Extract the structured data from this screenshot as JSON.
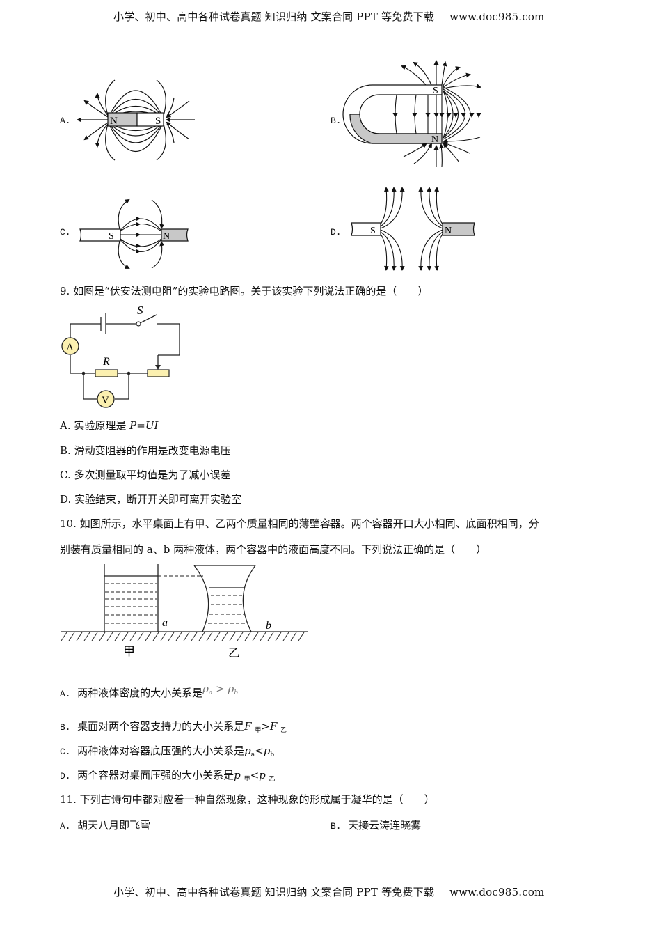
{
  "header": {
    "slogan": "小学、初中、高中各种试卷真题 知识归纳 文案合同 PPT 等免费下载",
    "url": "www.doc985.com"
  },
  "footer": {
    "slogan": "小学、初中、高中各种试卷真题 知识归纳 文案合同 PPT 等免费下载",
    "url": "www.doc985.com"
  },
  "q8_figures": {
    "options": [
      {
        "label": "A.",
        "left_pole": "N",
        "right_pole": "S",
        "type": "bar-magnet"
      },
      {
        "label": "B.",
        "top_pole": "S",
        "bottom_pole": "N",
        "type": "horseshoe-magnet"
      },
      {
        "label": "C.",
        "left_pole": "S",
        "right_pole": "N",
        "type": "opposite-poles"
      },
      {
        "label": "D.",
        "left_pole": "S",
        "right_pole": "N",
        "type": "like-poles"
      }
    ]
  },
  "q9": {
    "stem": "9. 如图是“伏安法测电阻”的实验电路图。关于该实验下列说法正确的是（　　）",
    "circuit": {
      "switch_label": "S",
      "resistor_label": "R",
      "ammeter_label": "A",
      "voltmeter_label": "V"
    },
    "options": [
      {
        "label": "A.",
        "text": "实验原理是 ",
        "formula": "P=UI"
      },
      {
        "label": "B.",
        "text": "滑动变阻器的作用是改变电源电压"
      },
      {
        "label": "C.",
        "text": "多次测量取平均值是为了减小误差"
      },
      {
        "label": "D.",
        "text": "实验结束，断开开关即可离开实验室"
      }
    ]
  },
  "q10": {
    "stem_line1": "10. 如图所示，水平桌面上有甲、乙两个质量相同的薄壁容器。两个容器开口大小相同、底面积相同，分",
    "stem_line2": "别装有质量相同的 a、b 两种液体，两个容器中的液面高度不同。下列说法正确的是（　　）",
    "figure": {
      "liquid_a": "a",
      "liquid_b": "b",
      "container_jia": "甲",
      "container_yi": "乙"
    },
    "options": [
      {
        "label": "A.",
        "text": "两种液体密度的大小关系是",
        "f1": "ρ",
        "s1": "a",
        "op": " > ",
        "f2": "ρ",
        "s2": "b"
      },
      {
        "label": "B.",
        "text": "桌面对两个容器支持力的大小关系是",
        "f1": "F",
        "s1": "甲",
        "op": ">",
        "f2": "F",
        "s2": "乙"
      },
      {
        "label": "C.",
        "text": "两种液体对容器底压强的大小关系是",
        "f1": "p",
        "s1": "a",
        "op": "<",
        "f2": "p",
        "s2": "b"
      },
      {
        "label": "D.",
        "text": "两个容器对桌面压强的大小关系是",
        "f1": "p",
        "s1": "甲",
        "op": "<",
        "f2": "p",
        "s2": "乙"
      }
    ]
  },
  "q11": {
    "stem": "11. 下列古诗句中都对应着一种自然现象，这种现象的形成属于凝华的是（　　）",
    "options": [
      {
        "label": "A.",
        "text": "胡天八月即飞雪"
      },
      {
        "label": "B.",
        "text": "天接云涛连晓雾"
      }
    ]
  }
}
